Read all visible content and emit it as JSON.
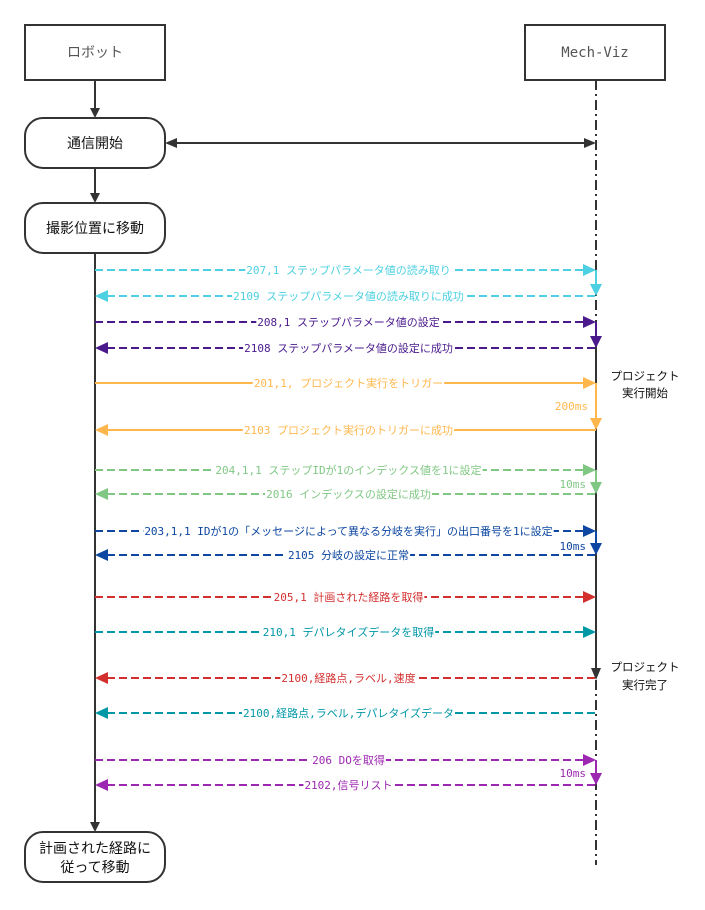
{
  "participants": {
    "robot": "ロボット",
    "mechviz": "Mech-Viz"
  },
  "steps": {
    "start_comm": "通信開始",
    "move_capture": "撮影位置に移動",
    "move_path_line1": "計画された経路に",
    "move_path_line2": "従って移動"
  },
  "notes": {
    "project_start_line1": "プロジェクト",
    "project_start_line2": "実行開始",
    "project_end_line1": "プロジェクト",
    "project_end_line2": "実行完了"
  },
  "delays": {
    "d1": "200ms",
    "d2": "10ms",
    "d3": "10ms",
    "d4": "10ms"
  },
  "colors": {
    "cyan": "#4dd0e1",
    "purple": "#4a1a8c",
    "orange": "#ffb74d",
    "green": "#81c784",
    "blue": "#0d47a1",
    "red": "#d32f2f",
    "teal": "#0097a7",
    "magenta": "#9c27b0"
  },
  "messages": [
    {
      "text": "207,1 ステップパラメータ値の読み取り",
      "dir": "right",
      "color": "#4dd0e1",
      "style": "dashed"
    },
    {
      "text": "2109 ステップパラメータ値の読み取りに成功",
      "dir": "left",
      "color": "#4dd0e1",
      "style": "dashed"
    },
    {
      "text": "208,1 ステップパラメータ値の設定",
      "dir": "right",
      "color": "#4a1a8c",
      "style": "dashed"
    },
    {
      "text": "2108 ステップパラメータ値の設定に成功",
      "dir": "left",
      "color": "#4a1a8c",
      "style": "dashed"
    },
    {
      "text": "201,1, プロジェクト実行をトリガー",
      "dir": "right",
      "color": "#ffb74d",
      "style": "solid"
    },
    {
      "text": "2103 プロジェクト実行のトリガーに成功",
      "dir": "left",
      "color": "#ffb74d",
      "style": "solid"
    },
    {
      "text": "204,1,1 ステップIDが1のインデックス値を1に設定",
      "dir": "right",
      "color": "#81c784",
      "style": "dashed"
    },
    {
      "text": "2016 インデックスの設定に成功",
      "dir": "left",
      "color": "#81c784",
      "style": "dashed"
    },
    {
      "text": "203,1,1 IDが1の「メッセージによって異なる分岐を実行」の出口番号を1に設定",
      "dir": "right",
      "color": "#0d47a1",
      "style": "dashed"
    },
    {
      "text": "2105 分岐の設定に正常",
      "dir": "left",
      "color": "#0d47a1",
      "style": "dashed"
    },
    {
      "text": "205,1 計画された経路を取得",
      "dir": "right",
      "color": "#d32f2f",
      "style": "dashed"
    },
    {
      "text": "210,1 デパレタイズデータを取得",
      "dir": "right",
      "color": "#0097a7",
      "style": "dashed"
    },
    {
      "text": "2100,経路点,ラベル,速度",
      "dir": "left",
      "color": "#d32f2f",
      "style": "dashed"
    },
    {
      "text": "2100,経路点,ラベル,デパレタイズデータ",
      "dir": "left",
      "color": "#0097a7",
      "style": "dashed"
    },
    {
      "text": "206 DOを取得",
      "dir": "right",
      "color": "#9c27b0",
      "style": "dashed"
    },
    {
      "text": "2102,信号リスト",
      "dir": "left",
      "color": "#9c27b0",
      "style": "dashed"
    }
  ]
}
